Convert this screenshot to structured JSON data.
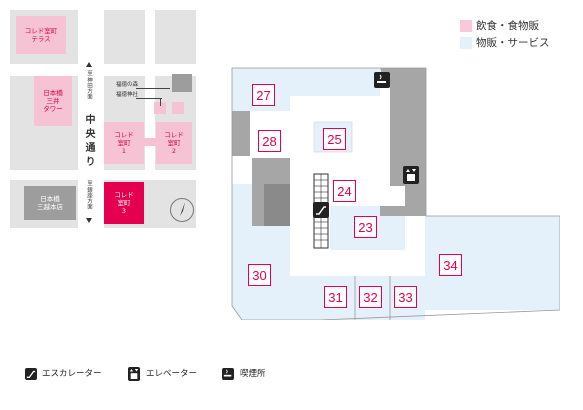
{
  "legend": {
    "items": [
      {
        "label": "飲食・食物販",
        "color": "#f7c9da"
      },
      {
        "label": "物販・サービス",
        "color": "#e4f0fa"
      }
    ]
  },
  "area_map": {
    "buildings": {
      "terrace": "コレド室町\nテラス",
      "nihonbashi_mitsui_tower": "日本橋\n三井\nタワー",
      "coredo1": "コレド\n室町\n1",
      "coredo2": "コレド\n室町\n2",
      "coredo3": "コレド\n室町\n3",
      "mitsukoshi": "日本橋\n三越本店"
    },
    "streets": {
      "main": "中央通り",
      "north": "至 神田方面",
      "south": "至 銀座方面"
    },
    "shrines": {
      "fukutoku_forest": "福徳の森",
      "fukutoku_shrine": "福徳神社"
    }
  },
  "floor_map": {
    "colors": {
      "service": "#e4f0fa",
      "back": "#a6a6a6",
      "corridor": "#ffffff",
      "accent": "#e3004f"
    },
    "units": [
      "27",
      "28",
      "25",
      "24",
      "23",
      "30",
      "31",
      "32",
      "33",
      "34"
    ]
  },
  "footer_legend": [
    {
      "icon": "escalator-icon",
      "label": "エスカレーター"
    },
    {
      "icon": "elevator-icon",
      "label": "エレベーター"
    },
    {
      "icon": "smoking-icon",
      "label": "喫煙所"
    }
  ]
}
